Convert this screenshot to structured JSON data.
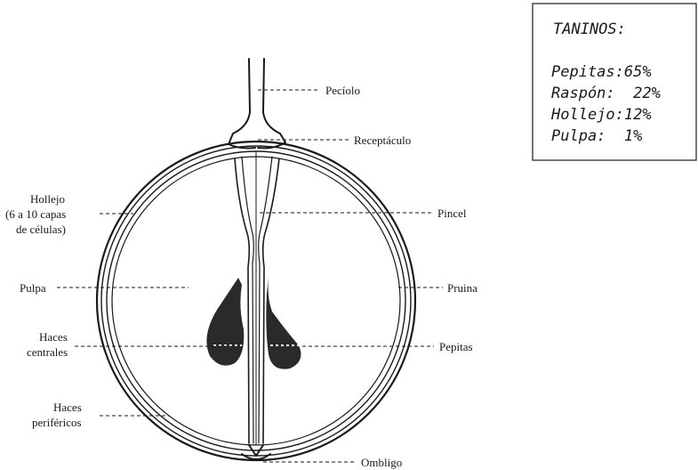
{
  "taninos_box": {
    "title": "TANINOS:",
    "items": [
      {
        "text": "Pepitas:65%"
      },
      {
        "text": "Raspón:  22%"
      },
      {
        "text": "Hollejo:12%"
      },
      {
        "text": "Pulpa:  1%"
      }
    ]
  },
  "labels": {
    "peciolo": "Pecíolo",
    "receptaculo": "Receptáculo",
    "hollejo_line1": "Hollejo",
    "hollejo_line2": "(6 a 10 capas",
    "hollejo_line3": "de células)",
    "pincel": "Pincel",
    "pulpa": "Pulpa",
    "pruina": "Pruina",
    "haces_centrales_line1": "Haces",
    "haces_centrales_line2": "centrales",
    "pepitas": "Pepitas",
    "haces_perifericos_line1": "Haces",
    "haces_perifericos_line2": "periféricos",
    "ombligo": "Ombligo"
  },
  "colors": {
    "ink": "#1a1a1a",
    "seed": "#2a2a2a",
    "background": "#ffffff"
  }
}
